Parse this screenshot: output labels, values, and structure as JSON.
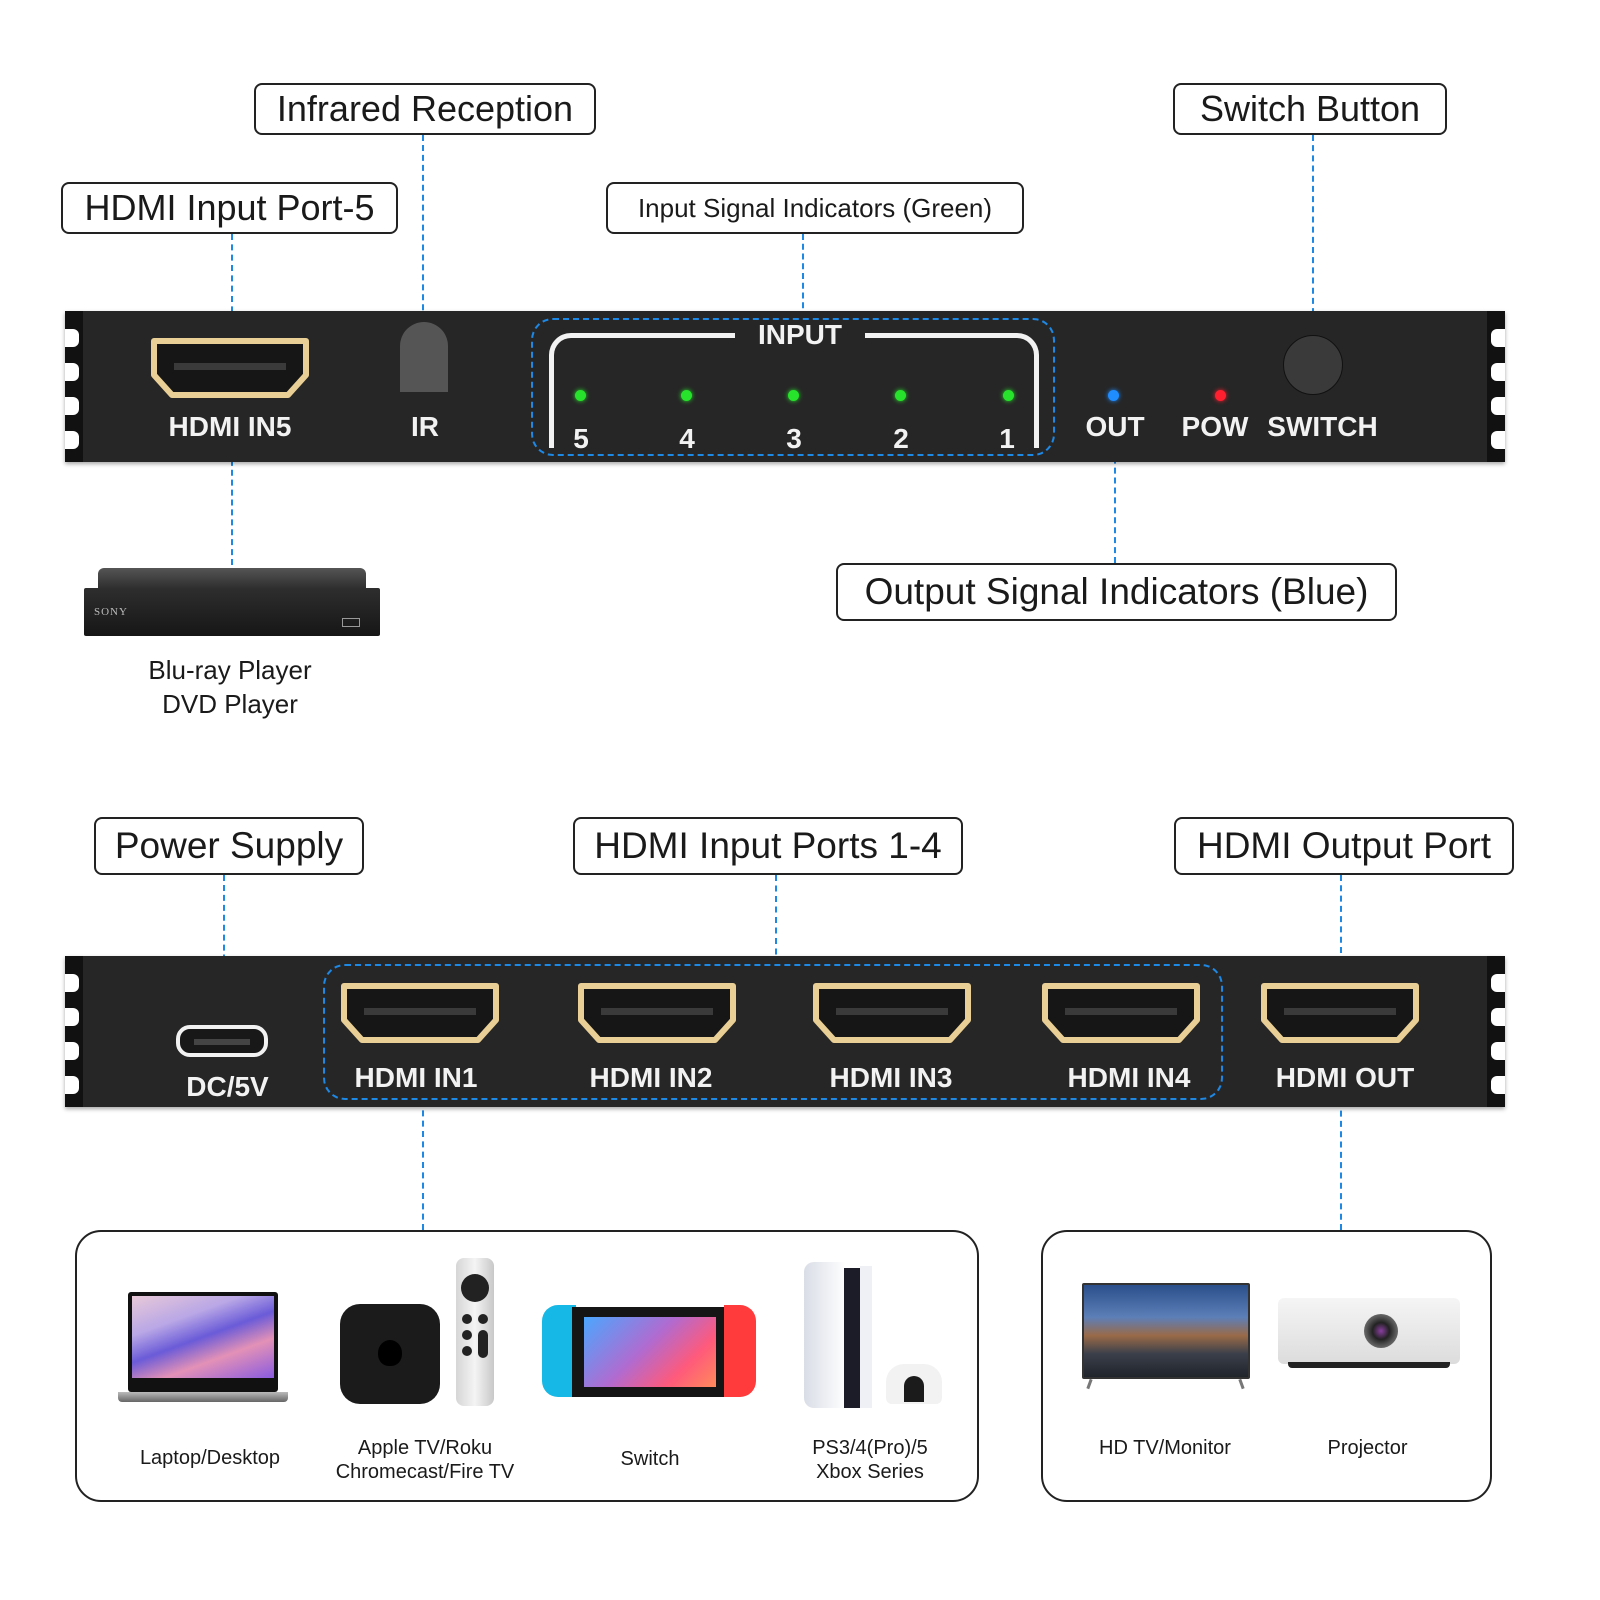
{
  "top_panel": {
    "callouts": {
      "hdmi_input_port_5": "HDMI Input Port-5",
      "infrared_reception": "Infrared Reception",
      "input_signal_indicators": "Input Signal Indicators (Green)",
      "switch_button": "Switch Button",
      "output_signal_indicators": "Output Signal Indicators (Blue)"
    },
    "labels": {
      "hdmi_in5": "HDMI IN5",
      "ir": "IR",
      "input_group": "INPUT",
      "input_numbers": [
        "5",
        "4",
        "3",
        "2",
        "1"
      ],
      "out": "OUT",
      "pow": "POW",
      "switch": "SWITCH"
    },
    "led_colors": {
      "input": "#27e32b",
      "out": "#1f8cff",
      "pow": "#ff1f2f"
    },
    "source_device": {
      "brand": "SONY",
      "caption_line1": "Blu-ray Player",
      "caption_line2": "DVD Player"
    }
  },
  "bottom_panel": {
    "callouts": {
      "power_supply": "Power Supply",
      "hdmi_input_ports": "HDMI Input Ports 1-4",
      "hdmi_output_port": "HDMI Output Port"
    },
    "labels": {
      "dc": "DC/5V",
      "hdmi_in1": "HDMI IN1",
      "hdmi_in2": "HDMI IN2",
      "hdmi_in3": "HDMI IN3",
      "hdmi_in4": "HDMI IN4",
      "hdmi_out": "HDMI OUT"
    }
  },
  "input_devices": [
    {
      "line1": "Laptop/Desktop",
      "line2": ""
    },
    {
      "line1": "Apple TV/Roku",
      "line2": "Chromecast/Fire TV"
    },
    {
      "line1": "Switch",
      "line2": ""
    },
    {
      "line1": "PS3/4(Pro)/5",
      "line2": "Xbox Series"
    }
  ],
  "output_devices": [
    {
      "line1": "HD TV/Monitor"
    },
    {
      "line1": "Projector"
    }
  ],
  "colors": {
    "accent_dashed": "#1e88e5",
    "panel": "#262626",
    "hdmi_gold": "#e9cf95"
  }
}
